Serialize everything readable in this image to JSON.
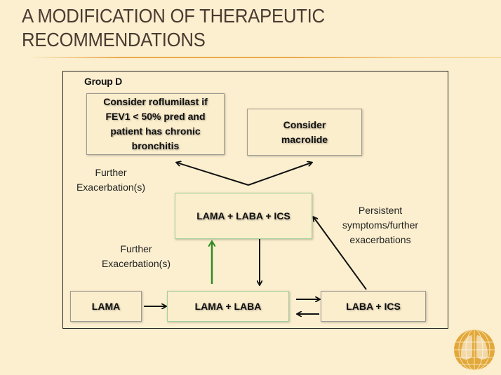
{
  "title": {
    "line1": "A MODIFICATION OF THERAPEUTIC",
    "line2": "RECOMMENDATIONS"
  },
  "diagram": {
    "group_label": "Group D",
    "boxes": {
      "roflumilast": "Consider roflumilast if FEV1 < 50% pred and patient has chronic bronchitis",
      "macrolide": "Consider macrolide",
      "triple": "LAMA + LABA + ICS",
      "lama": "LAMA",
      "lama_laba": "LAMA + LABA",
      "laba_ics": "LABA + ICS"
    },
    "labels": {
      "further_exacerbations_top": "Further Exacerbation(s)",
      "further_exacerbations_mid": "Further Exacerbation(s)",
      "persistent": "Persistent symptoms/further exacerbations"
    },
    "colors": {
      "background": "#fcefcf",
      "accent_rule": "#e8a84a",
      "green_arrow": "#2e8b23",
      "logo": "#e2a83a"
    }
  },
  "logo": {
    "icon": "globe-lungs-logo-icon"
  }
}
